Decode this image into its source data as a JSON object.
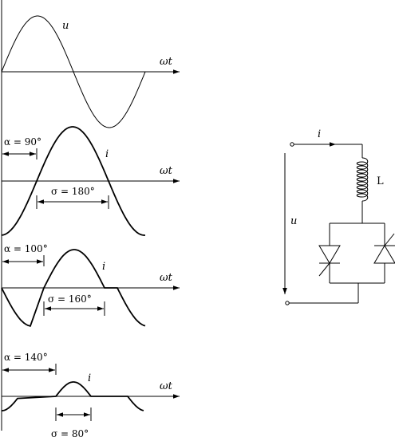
{
  "diagram": {
    "waveforms": {
      "voltage_label": "u",
      "omega_t_label": "ωt",
      "current_label": "i",
      "panels": [
        {
          "alpha": "α = 90°",
          "sigma": "σ = 180°"
        },
        {
          "alpha": "α = 100°",
          "sigma": "σ = 160°"
        },
        {
          "alpha": "α = 140°",
          "sigma": "σ = 80°"
        }
      ]
    },
    "circuit": {
      "current_label": "i",
      "inductor_label": "L",
      "voltage_label": "u"
    }
  }
}
